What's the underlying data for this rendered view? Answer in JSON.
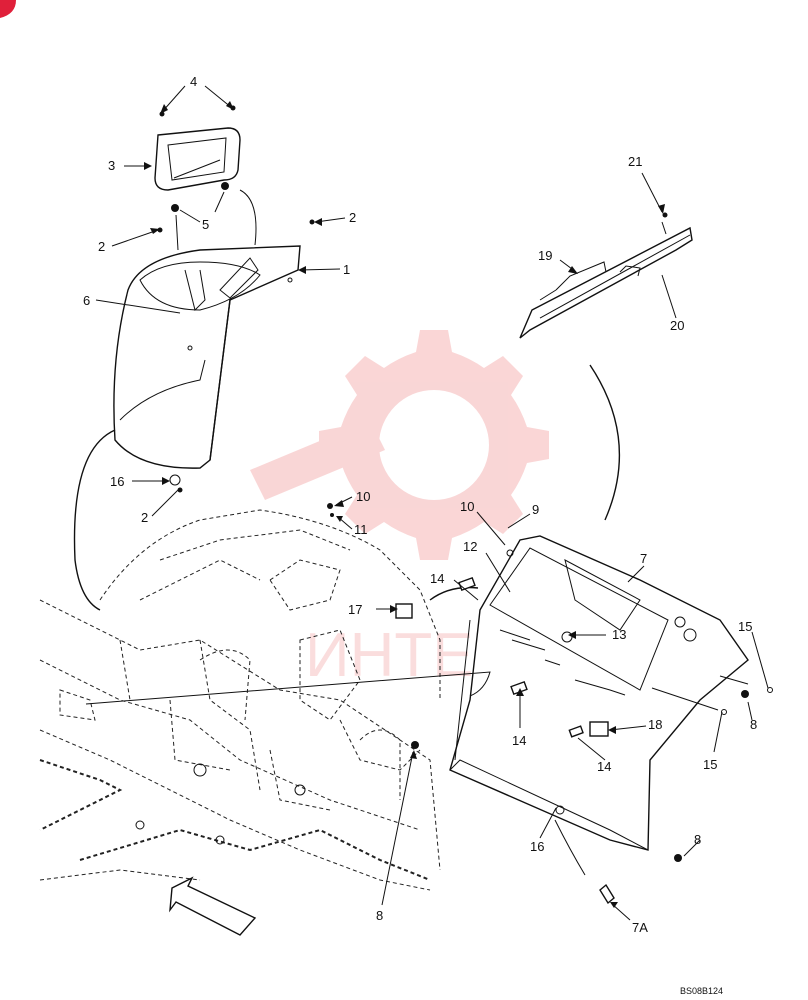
{
  "diagram": {
    "drawing_code": "BS08B124",
    "watermark_text": "ИНТЕХ",
    "watermark_color": "#f5b5b5",
    "corner_mark_color": "#e0203a",
    "callouts": [
      {
        "id": "c4",
        "text": "4"
      },
      {
        "id": "c3",
        "text": "3"
      },
      {
        "id": "c5",
        "text": "5"
      },
      {
        "id": "c2a",
        "text": "2"
      },
      {
        "id": "c2b",
        "text": "2"
      },
      {
        "id": "c1",
        "text": "1"
      },
      {
        "id": "c6",
        "text": "6"
      },
      {
        "id": "c16a",
        "text": "16"
      },
      {
        "id": "c2c",
        "text": "2"
      },
      {
        "id": "c10a",
        "text": "10"
      },
      {
        "id": "c11",
        "text": "11"
      },
      {
        "id": "c21",
        "text": "21"
      },
      {
        "id": "c19",
        "text": "19"
      },
      {
        "id": "c20",
        "text": "20"
      },
      {
        "id": "c10b",
        "text": "10"
      },
      {
        "id": "c9",
        "text": "9"
      },
      {
        "id": "c12",
        "text": "12"
      },
      {
        "id": "c7",
        "text": "7"
      },
      {
        "id": "c14a",
        "text": "14"
      },
      {
        "id": "c17",
        "text": "17"
      },
      {
        "id": "c13",
        "text": "13"
      },
      {
        "id": "c15a",
        "text": "15"
      },
      {
        "id": "c8a",
        "text": "8"
      },
      {
        "id": "c14b",
        "text": "14"
      },
      {
        "id": "c18",
        "text": "18"
      },
      {
        "id": "c14c",
        "text": "14"
      },
      {
        "id": "c15b",
        "text": "15"
      },
      {
        "id": "c8b",
        "text": "8"
      },
      {
        "id": "c16b",
        "text": "16"
      },
      {
        "id": "c8c",
        "text": "8"
      },
      {
        "id": "c7a",
        "text": "7A"
      }
    ]
  }
}
